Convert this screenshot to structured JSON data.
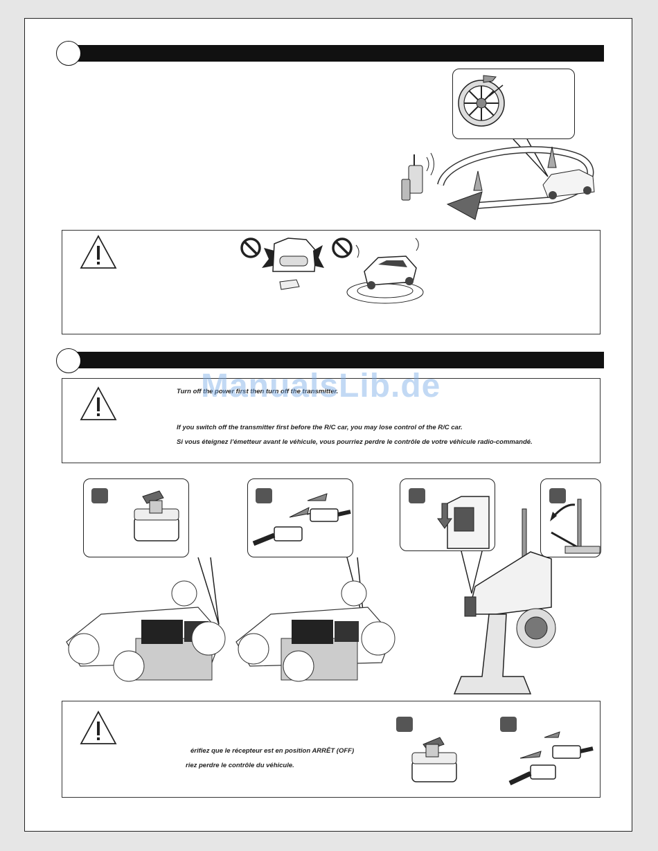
{
  "watermark": "ManualsLib.de",
  "section2": {
    "warning_partial": "Turn off the power first then turn off the transmitter.",
    "warning_en": "If you switch off the transmitter first before the R/C car, you may lose control of the R/C car.",
    "warning_fr": "Si vous éteignez l’émetteur avant le véhicule, vous pourriez perdre le contrôle de votre véhicule radio-commandé."
  },
  "section3": {
    "warning_fr_line1": "érifiez  que  le  récepteur  est  en  position  ARRÊT  (OFF)",
    "warning_fr_line2": "riez perdre le contrôle du véhicule."
  },
  "icons": {
    "warning": "warning-triangle-icon",
    "prohibited": "prohibited-icon"
  },
  "colors": {
    "bar": "#111111",
    "badge": "#555555",
    "watermark": "#78aae6"
  }
}
